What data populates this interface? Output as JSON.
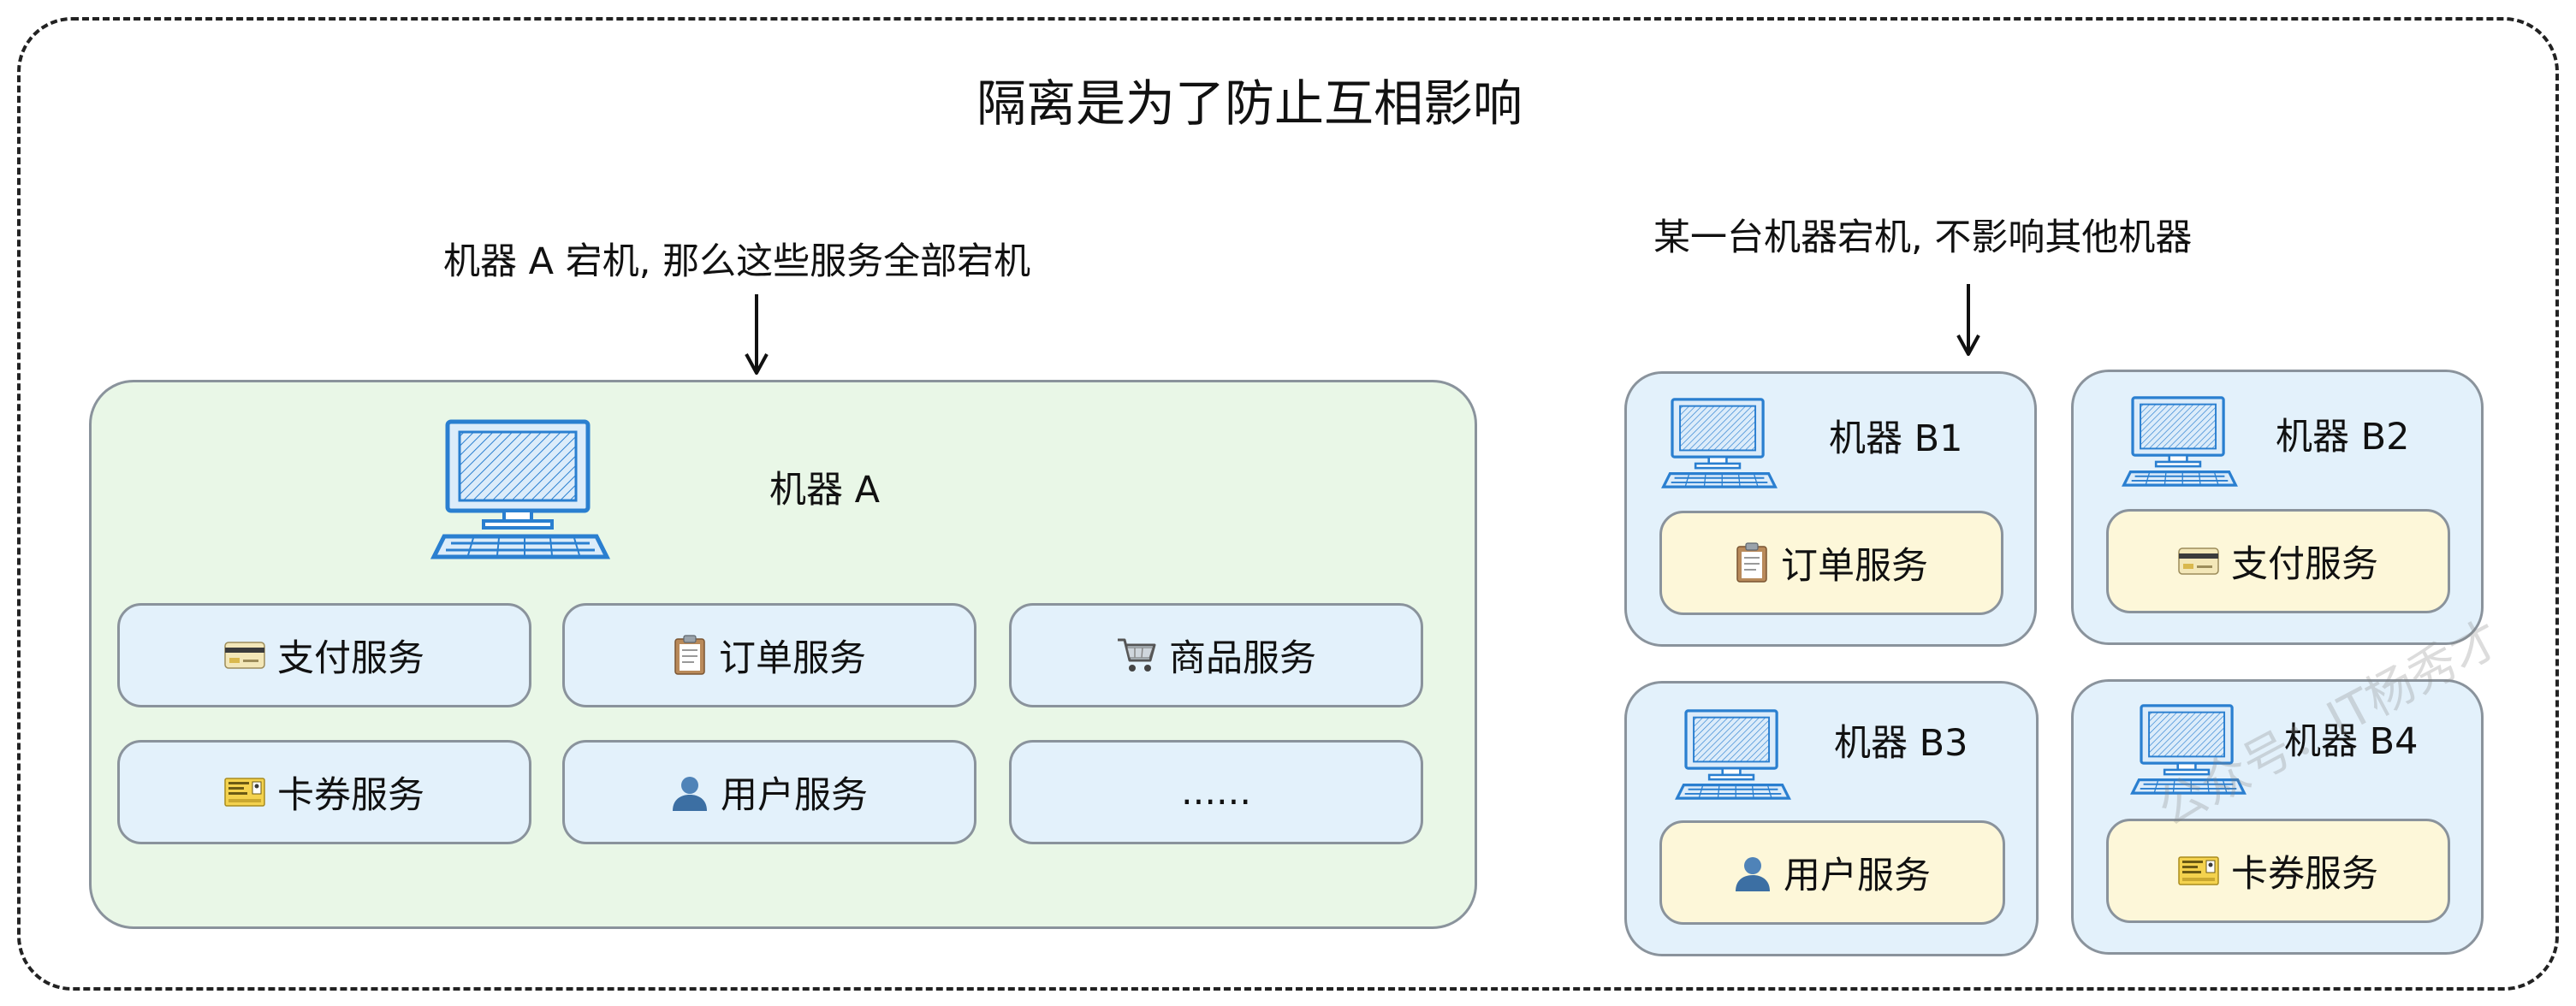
{
  "title": "隔离是为了防止互相影响",
  "left": {
    "caption": "机器 A 宕机, 那么这些服务全部宕机",
    "machine_label": "机器 A",
    "services": [
      {
        "label": "支付服务",
        "icon": "credit-card-icon"
      },
      {
        "label": "订单服务",
        "icon": "clipboard-icon"
      },
      {
        "label": "商品服务",
        "icon": "shopping-cart-icon"
      },
      {
        "label": "卡券服务",
        "icon": "ticket-icon"
      },
      {
        "label": "用户服务",
        "icon": "user-icon"
      },
      {
        "label": "......",
        "icon": ""
      }
    ]
  },
  "right": {
    "caption": "某一台机器宕机, 不影响其他机器",
    "machines": [
      {
        "label": "机器 B1",
        "service": "订单服务",
        "icon": "clipboard-icon"
      },
      {
        "label": "机器 B2",
        "service": "支付服务",
        "icon": "credit-card-icon"
      },
      {
        "label": "机器 B3",
        "service": "用户服务",
        "icon": "user-icon"
      },
      {
        "label": "机器 B4",
        "service": "卡券服务",
        "icon": "ticket-icon"
      }
    ]
  },
  "watermark": "公众号：IT杨秀才",
  "colors": {
    "machine_a_fill": "#e9f7e7",
    "machine_b_fill": "#e3f1fb",
    "service_blue": "#e3f1fb",
    "service_yellow": "#fdf7d9",
    "computer_stroke": "#2a7fd0"
  }
}
